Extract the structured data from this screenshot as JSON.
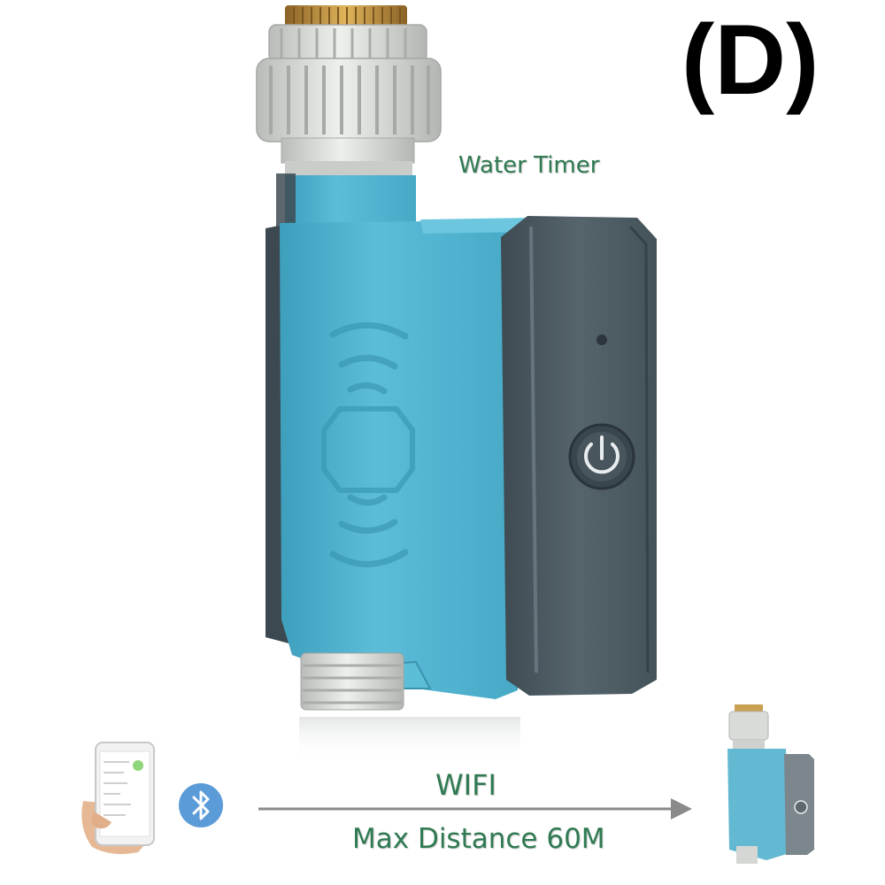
{
  "panel_label": "(D)",
  "product_label": "Water Timer",
  "connection_label": "WIFI",
  "distance_label": "Max Distance 60M",
  "colors": {
    "label_green": "#2f7a52",
    "body_blue": "#4fb3cf",
    "cover_gray": "#4b5860",
    "fitting_gray": "#d8dad6",
    "brass": "#b98a3e",
    "bluetooth_blue": "#5b9bd8",
    "arrow_gray": "#8a8a8a"
  },
  "icons": [
    "power-icon",
    "bluetooth-icon",
    "signal-waves-icon",
    "arrow-right-icon"
  ]
}
